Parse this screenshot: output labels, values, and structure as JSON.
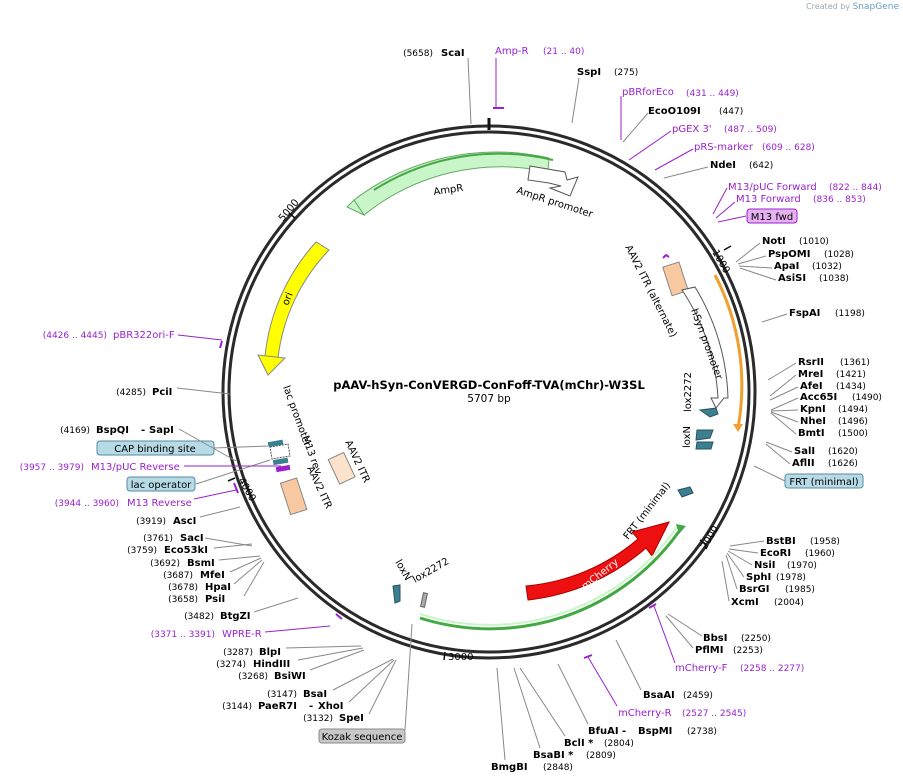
{
  "credit": {
    "prefix": "Created by",
    "brand": "SnapGene"
  },
  "map": {
    "title": "pAAV-hSyn-ConVERGD-ConFoff-TVA(mChr)-W3SL",
    "length": "5707 bp"
  },
  "ticks": [
    "1000",
    "2000",
    "3000",
    "4000",
    "5000"
  ],
  "features": [
    {
      "label": "AmpR"
    },
    {
      "label": "AmpR promoter"
    },
    {
      "label": "ori"
    },
    {
      "label": "AAV2 ITR (alternate)"
    },
    {
      "label": "hSyn promoter"
    },
    {
      "label": "lox2272"
    },
    {
      "label": "loxN"
    },
    {
      "label": "FRT (minimal)"
    },
    {
      "label": "mCherry"
    },
    {
      "label": "loxN"
    },
    {
      "label": "lox2272"
    },
    {
      "label": "lac promoter"
    },
    {
      "label": "M13 rev"
    },
    {
      "label": "AAV2 ITR"
    },
    {
      "label": "AAV2 ITR"
    }
  ],
  "labels": [
    {
      "text": "ScaI",
      "pos": "(5658)"
    },
    {
      "text": "Amp-R",
      "pos": "(21 .. 40)"
    },
    {
      "text": "SspI",
      "pos": "(275)"
    },
    {
      "text": "pBRforEco",
      "pos": "(431 .. 449)"
    },
    {
      "text": "EcoO109I",
      "pos": "(447)"
    },
    {
      "text": "pGEX 3'",
      "pos": "(487 .. 509)"
    },
    {
      "text": "pRS-marker",
      "pos": "(609 .. 628)"
    },
    {
      "text": "NdeI",
      "pos": "(642)"
    },
    {
      "text": "M13/pUC Forward",
      "pos": "(822 .. 844)"
    },
    {
      "text": "M13 Forward",
      "pos": "(836 .. 853)"
    },
    {
      "text": "M13 fwd",
      "pos": ""
    },
    {
      "text": "NotI",
      "pos": "(1010)"
    },
    {
      "text": "PspOMI",
      "pos": "(1028)"
    },
    {
      "text": "ApaI",
      "pos": "(1032)"
    },
    {
      "text": "AsiSI",
      "pos": "(1038)"
    },
    {
      "text": "FspAI",
      "pos": "(1198)"
    },
    {
      "text": "RsrII",
      "pos": "(1361)"
    },
    {
      "text": "MreI",
      "pos": "(1421)"
    },
    {
      "text": "AfeI",
      "pos": "(1434)"
    },
    {
      "text": "Acc65I",
      "pos": "(1490)"
    },
    {
      "text": "KpnI",
      "pos": "(1494)"
    },
    {
      "text": "NheI",
      "pos": "(1496)"
    },
    {
      "text": "BmtI",
      "pos": "(1500)"
    },
    {
      "text": "SalI",
      "pos": "(1620)"
    },
    {
      "text": "AflII",
      "pos": "(1626)"
    },
    {
      "text": "FRT (minimal)",
      "pos": ""
    },
    {
      "text": "BstBI",
      "pos": "(1958)"
    },
    {
      "text": "EcoRI",
      "pos": "(1960)"
    },
    {
      "text": "NsiI",
      "pos": "(1970)"
    },
    {
      "text": "SphI",
      "pos": "(1978)"
    },
    {
      "text": "BsrGI",
      "pos": "(1985)"
    },
    {
      "text": "XcmI",
      "pos": "(2004)"
    },
    {
      "text": "BbsI",
      "pos": "(2250)"
    },
    {
      "text": "PflMI",
      "pos": "(2253)"
    },
    {
      "text": "mCherry-F",
      "pos": "(2258 .. 2277)"
    },
    {
      "text": "BsaAI",
      "pos": "(2459)"
    },
    {
      "text": "mCherry-R",
      "pos": "(2527 .. 2545)"
    },
    {
      "text": "BfuAI",
      "pos": ""
    },
    {
      "text": "BspMI",
      "pos": "(2738)"
    },
    {
      "text": "BclI *",
      "pos": "(2804)"
    },
    {
      "text": "BsaBI *",
      "pos": "(2809)"
    },
    {
      "text": "BmgBI",
      "pos": "(2848)"
    },
    {
      "text": "Kozak sequence",
      "pos": ""
    },
    {
      "text": "SpeI",
      "pos": "(3132)"
    },
    {
      "text": "PaeR7I",
      "pos": "(3144)"
    },
    {
      "text": "XhoI",
      "pos": ""
    },
    {
      "text": "BsaI",
      "pos": "(3147)"
    },
    {
      "text": "BsiWI",
      "pos": "(3268)"
    },
    {
      "text": "HindIII",
      "pos": "(3274)"
    },
    {
      "text": "BlpI",
      "pos": "(3287)"
    },
    {
      "text": "WPRE-R",
      "pos": "(3371 .. 3391)"
    },
    {
      "text": "BtgZI",
      "pos": "(3482)"
    },
    {
      "text": "PsiI",
      "pos": "(3658)"
    },
    {
      "text": "HpaI",
      "pos": "(3678)"
    },
    {
      "text": "MfeI",
      "pos": "(3687)"
    },
    {
      "text": "BsmI",
      "pos": "(3692)"
    },
    {
      "text": "Eco53kI",
      "pos": "(3759)"
    },
    {
      "text": "SacI",
      "pos": "(3761)"
    },
    {
      "text": "AscI",
      "pos": "(3919)"
    },
    {
      "text": "M13 Reverse",
      "pos": "(3944 .. 3960)"
    },
    {
      "text": "lac operator",
      "pos": ""
    },
    {
      "text": "M13/pUC Reverse",
      "pos": "(3957 .. 3979)"
    },
    {
      "text": "CAP binding site",
      "pos": ""
    },
    {
      "text": "BspQI",
      "pos": "(4169)"
    },
    {
      "text": "SapI",
      "pos": ""
    },
    {
      "text": "PciI",
      "pos": "(4285)"
    },
    {
      "text": "pBR322ori-F",
      "pos": "(4426 .. 4445)"
    }
  ]
}
